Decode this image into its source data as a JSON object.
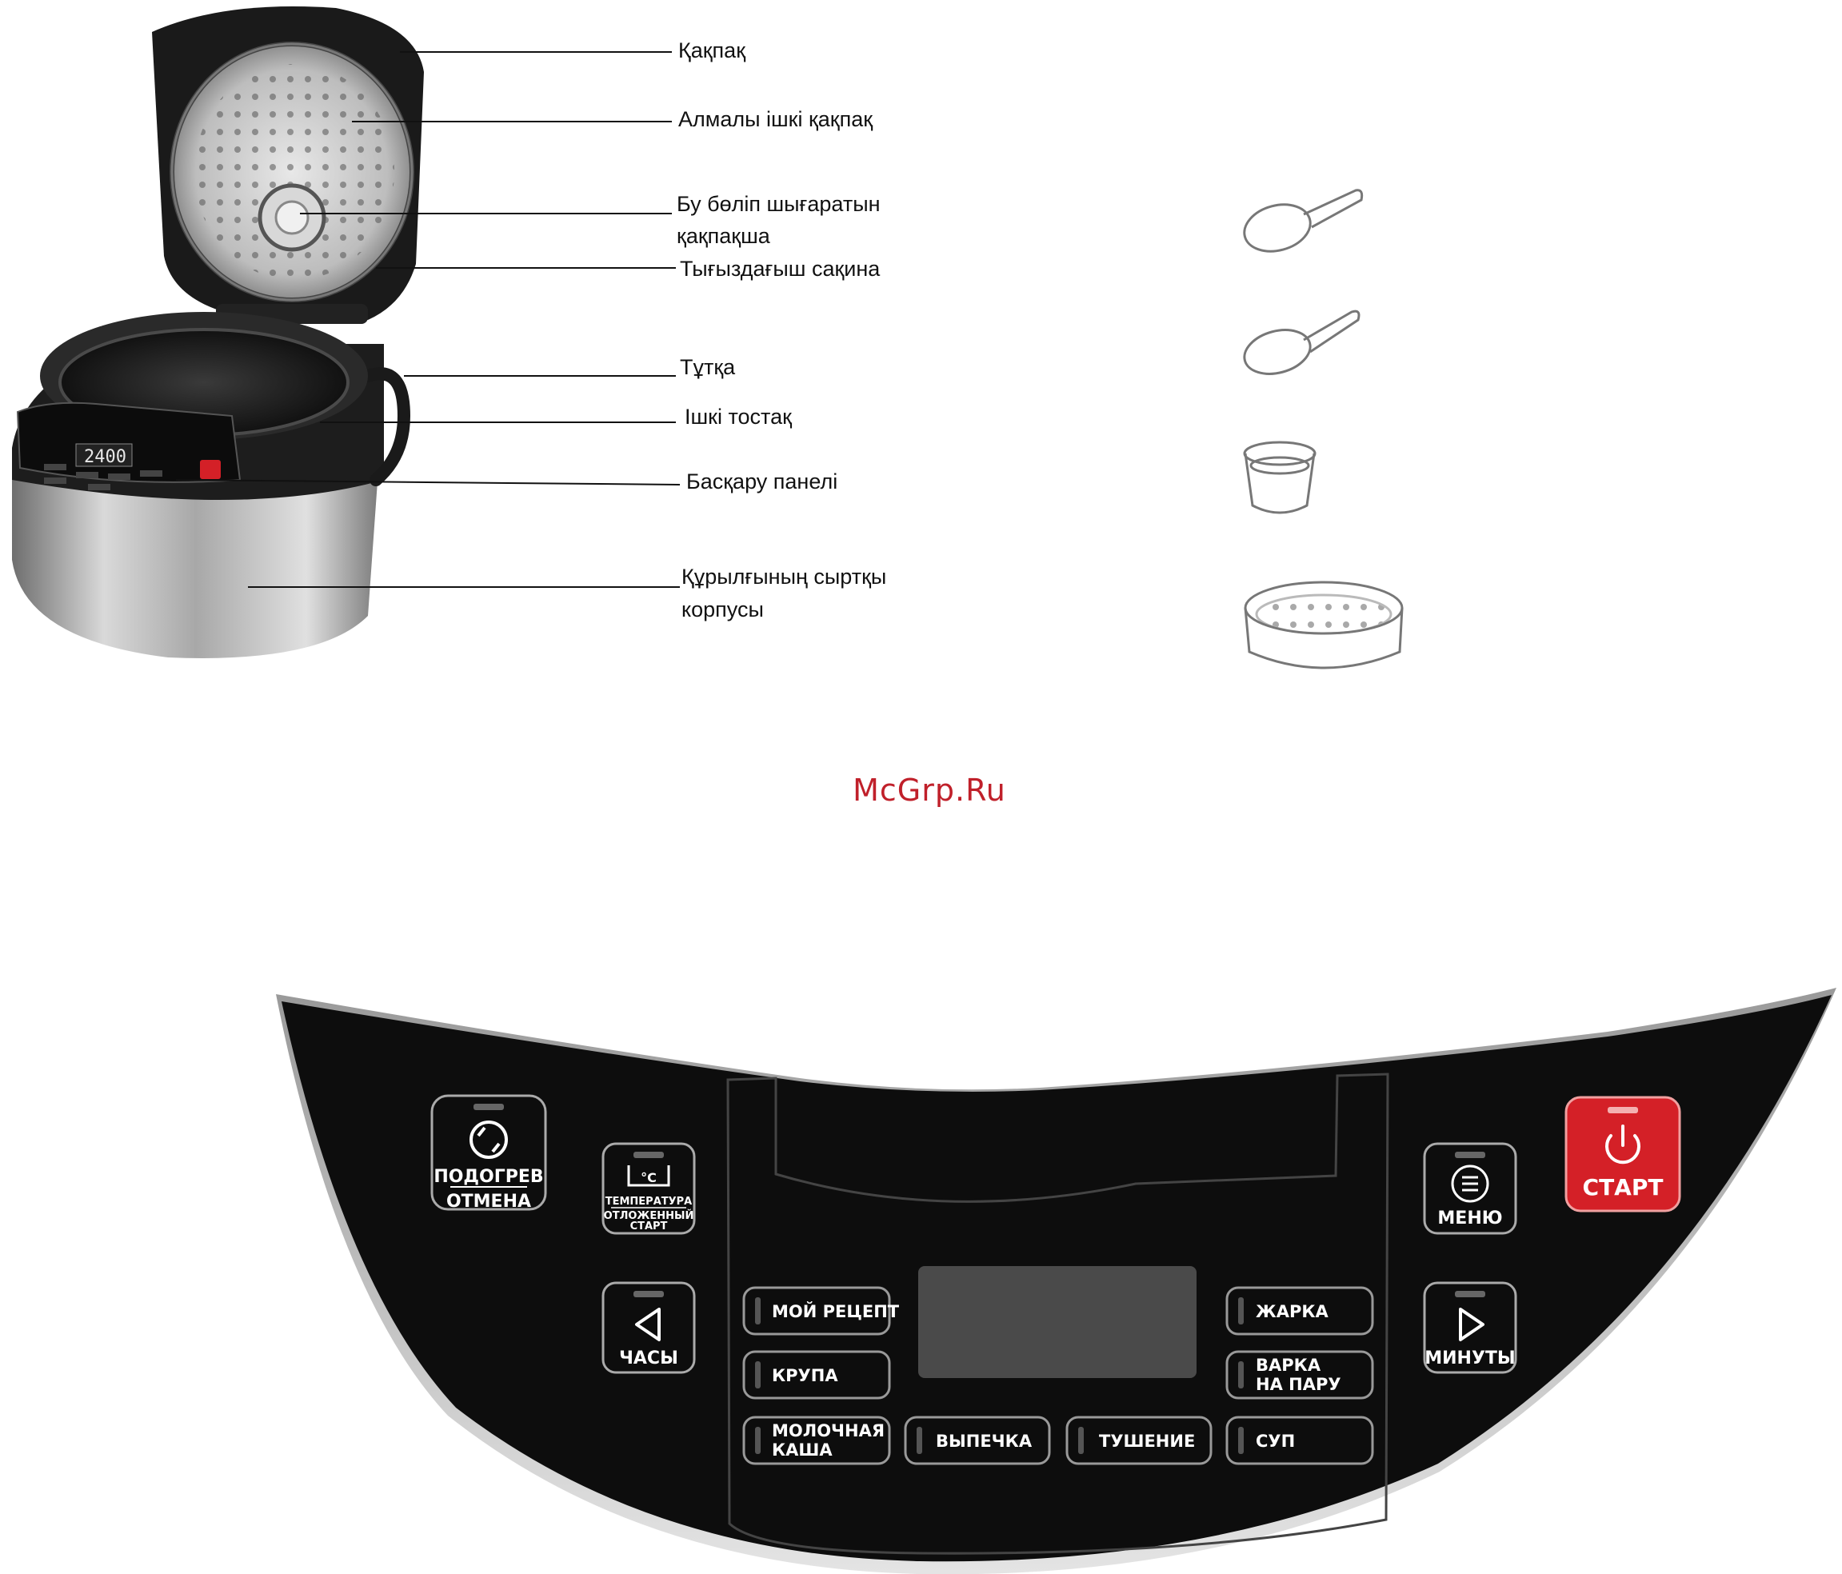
{
  "watermark": "McGrp.Ru",
  "parts": {
    "lid": "Қақпақ",
    "inner_lid": "Алмалы ішкі қақпақ",
    "steam_valve_line1": "Бу бөліп шығаратын",
    "steam_valve_line2": "қақпақша",
    "seal_ring": "Тығыздағыш сақина",
    "handle": "Тұтқа",
    "inner_bowl": "Ішкі тостақ",
    "control_panel": "Басқару панелі",
    "body_line1": "Құрылғының сыртқы",
    "body_line2": "корпусы"
  },
  "device_display": "2400",
  "panel": {
    "warm_line1": "ПОДОГРЕВ",
    "warm_line2": "ОТМЕНА",
    "temp_line1": "ТЕМПЕРАТУРА",
    "temp_line2": "ОТЛОЖЕННЫЙ",
    "temp_line3": "СТАРТ",
    "temp_icon": "°C",
    "hours": "ЧАСЫ",
    "menu": "МЕНЮ",
    "minutes": "МИНУТЫ",
    "start": "СТАРТ",
    "programs": {
      "my_recipe": "МОЙ РЕЦЕПТ",
      "grain": "КРУПА",
      "milk_porridge_line1": "МОЛОЧНАЯ",
      "milk_porridge_line2": "КАША",
      "baking": "ВЫПЕЧКА",
      "stewing": "ТУШЕНИЕ",
      "frying": "ЖАРКА",
      "steam_line1": "ВАРКА",
      "steam_line2": "НА ПАРУ",
      "soup": "СУП"
    }
  },
  "colors": {
    "panel_bg": "#0d0d0d",
    "start_red": "#d42027",
    "watermark": "#c0202a",
    "display_grey": "#4a4a4a"
  }
}
